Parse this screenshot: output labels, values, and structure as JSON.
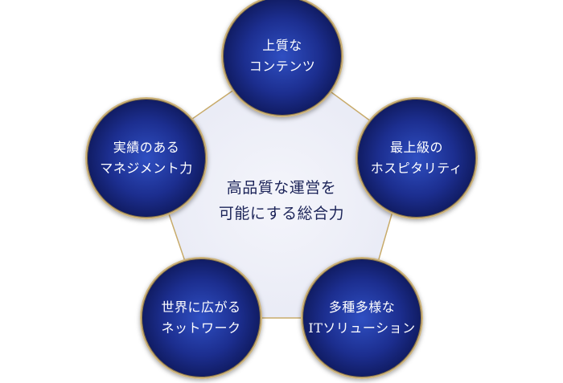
{
  "center": {
    "line1": "高品質な運営を",
    "line2": "可能にする総合力"
  },
  "nodes": [
    {
      "line1": "上質な",
      "line2": "コンテンツ"
    },
    {
      "line1": "最上級の",
      "line2": "ホスピタリティ"
    },
    {
      "line1": "多種多様な",
      "line2": "ITソリューション"
    },
    {
      "line1": "世界に広がる",
      "line2": "ネットワーク"
    },
    {
      "line1": "実績のある",
      "line2": "マネジメント力"
    }
  ],
  "colors": {
    "pentagon_fill": "#eceef8",
    "pentagon_stroke": "#c8ab6a",
    "node_dark": "#0c1552",
    "node_light": "#2f4fc2",
    "center_text": "#1b2358"
  }
}
